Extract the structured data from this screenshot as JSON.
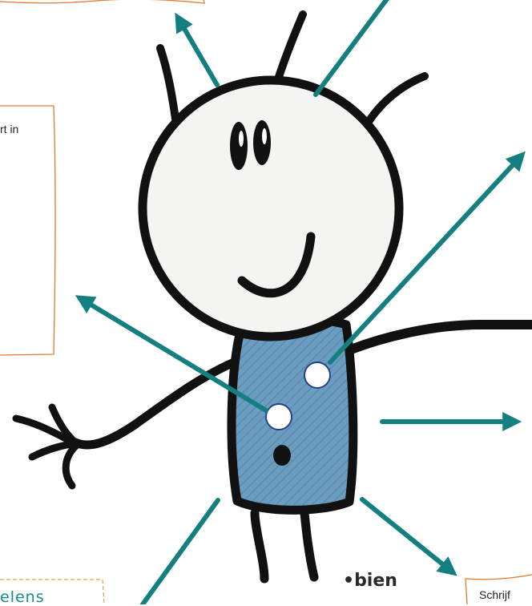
{
  "notes": {
    "left": "rt in",
    "bottom_right": "Schrijf",
    "bottom_left": "elens"
  },
  "signature": "bien",
  "colors": {
    "arrow": "#137f80",
    "note_border": "#e07a2e",
    "bottom_left_border": "#e8a048",
    "outline": "#111111",
    "body_fill": "#5b8fb3",
    "face_fill": "#f4f4f2",
    "button_border": "#27408b"
  }
}
